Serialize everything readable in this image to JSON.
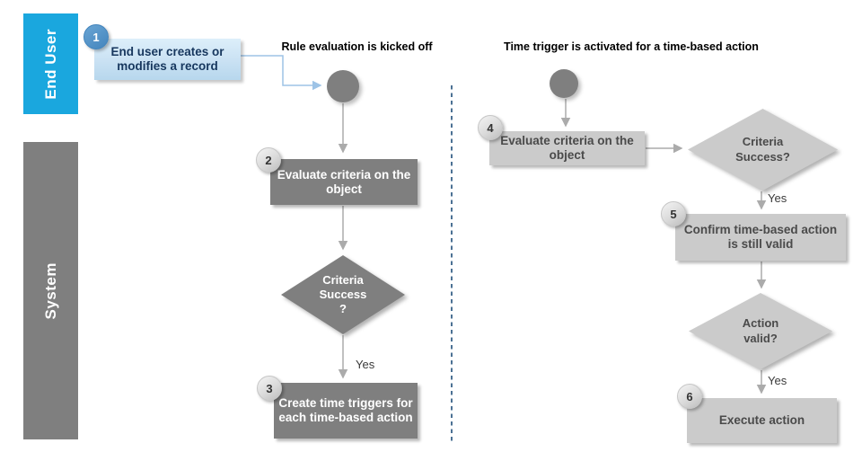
{
  "lanes": [
    {
      "label": "End User"
    },
    {
      "label": "System"
    }
  ],
  "flows": [
    {
      "title": "Rule evaluation is kicked off"
    },
    {
      "title": "Time trigger is activated for a time-based action"
    }
  ],
  "nodes": {
    "step1": {
      "badge": "1",
      "label": "End user creates or modifies a record"
    },
    "step2": {
      "badge": "2",
      "label": "Evaluate criteria on the object"
    },
    "decision1": {
      "lines": [
        "Criteria",
        "Success",
        "?"
      ]
    },
    "step3": {
      "badge": "3",
      "label": "Create time triggers for each time-based action"
    },
    "step4": {
      "badge": "4",
      "label": "Evaluate criteria on the object"
    },
    "decision2": {
      "lines": [
        "Criteria",
        "Success?"
      ]
    },
    "step5": {
      "badge": "5",
      "label": "Confirm time-based action is still valid"
    },
    "decision3": {
      "lines": [
        "Action",
        "valid?"
      ]
    },
    "step6": {
      "badge": "6",
      "label": "Execute action"
    }
  },
  "edge_labels": {
    "decision1_yes": "Yes",
    "decision2_yes": "Yes",
    "decision3_yes": "Yes"
  },
  "colors": {
    "lane_end_user": "#1AA7DE",
    "lane_system": "#7F7F7F",
    "dark_node_fill": "#7F7F7F",
    "light_node_fill": "#CBCBCB",
    "step1_fill_top": "#DDEFFA",
    "step1_fill_bottom": "#B7D7ED",
    "step1_text": "#17375E",
    "badge1_fill": "#4C90C6",
    "divider_dashed": "#1F4E79",
    "connector_gray": "#ABABAB",
    "connector_blue": "#9DC3E6"
  }
}
